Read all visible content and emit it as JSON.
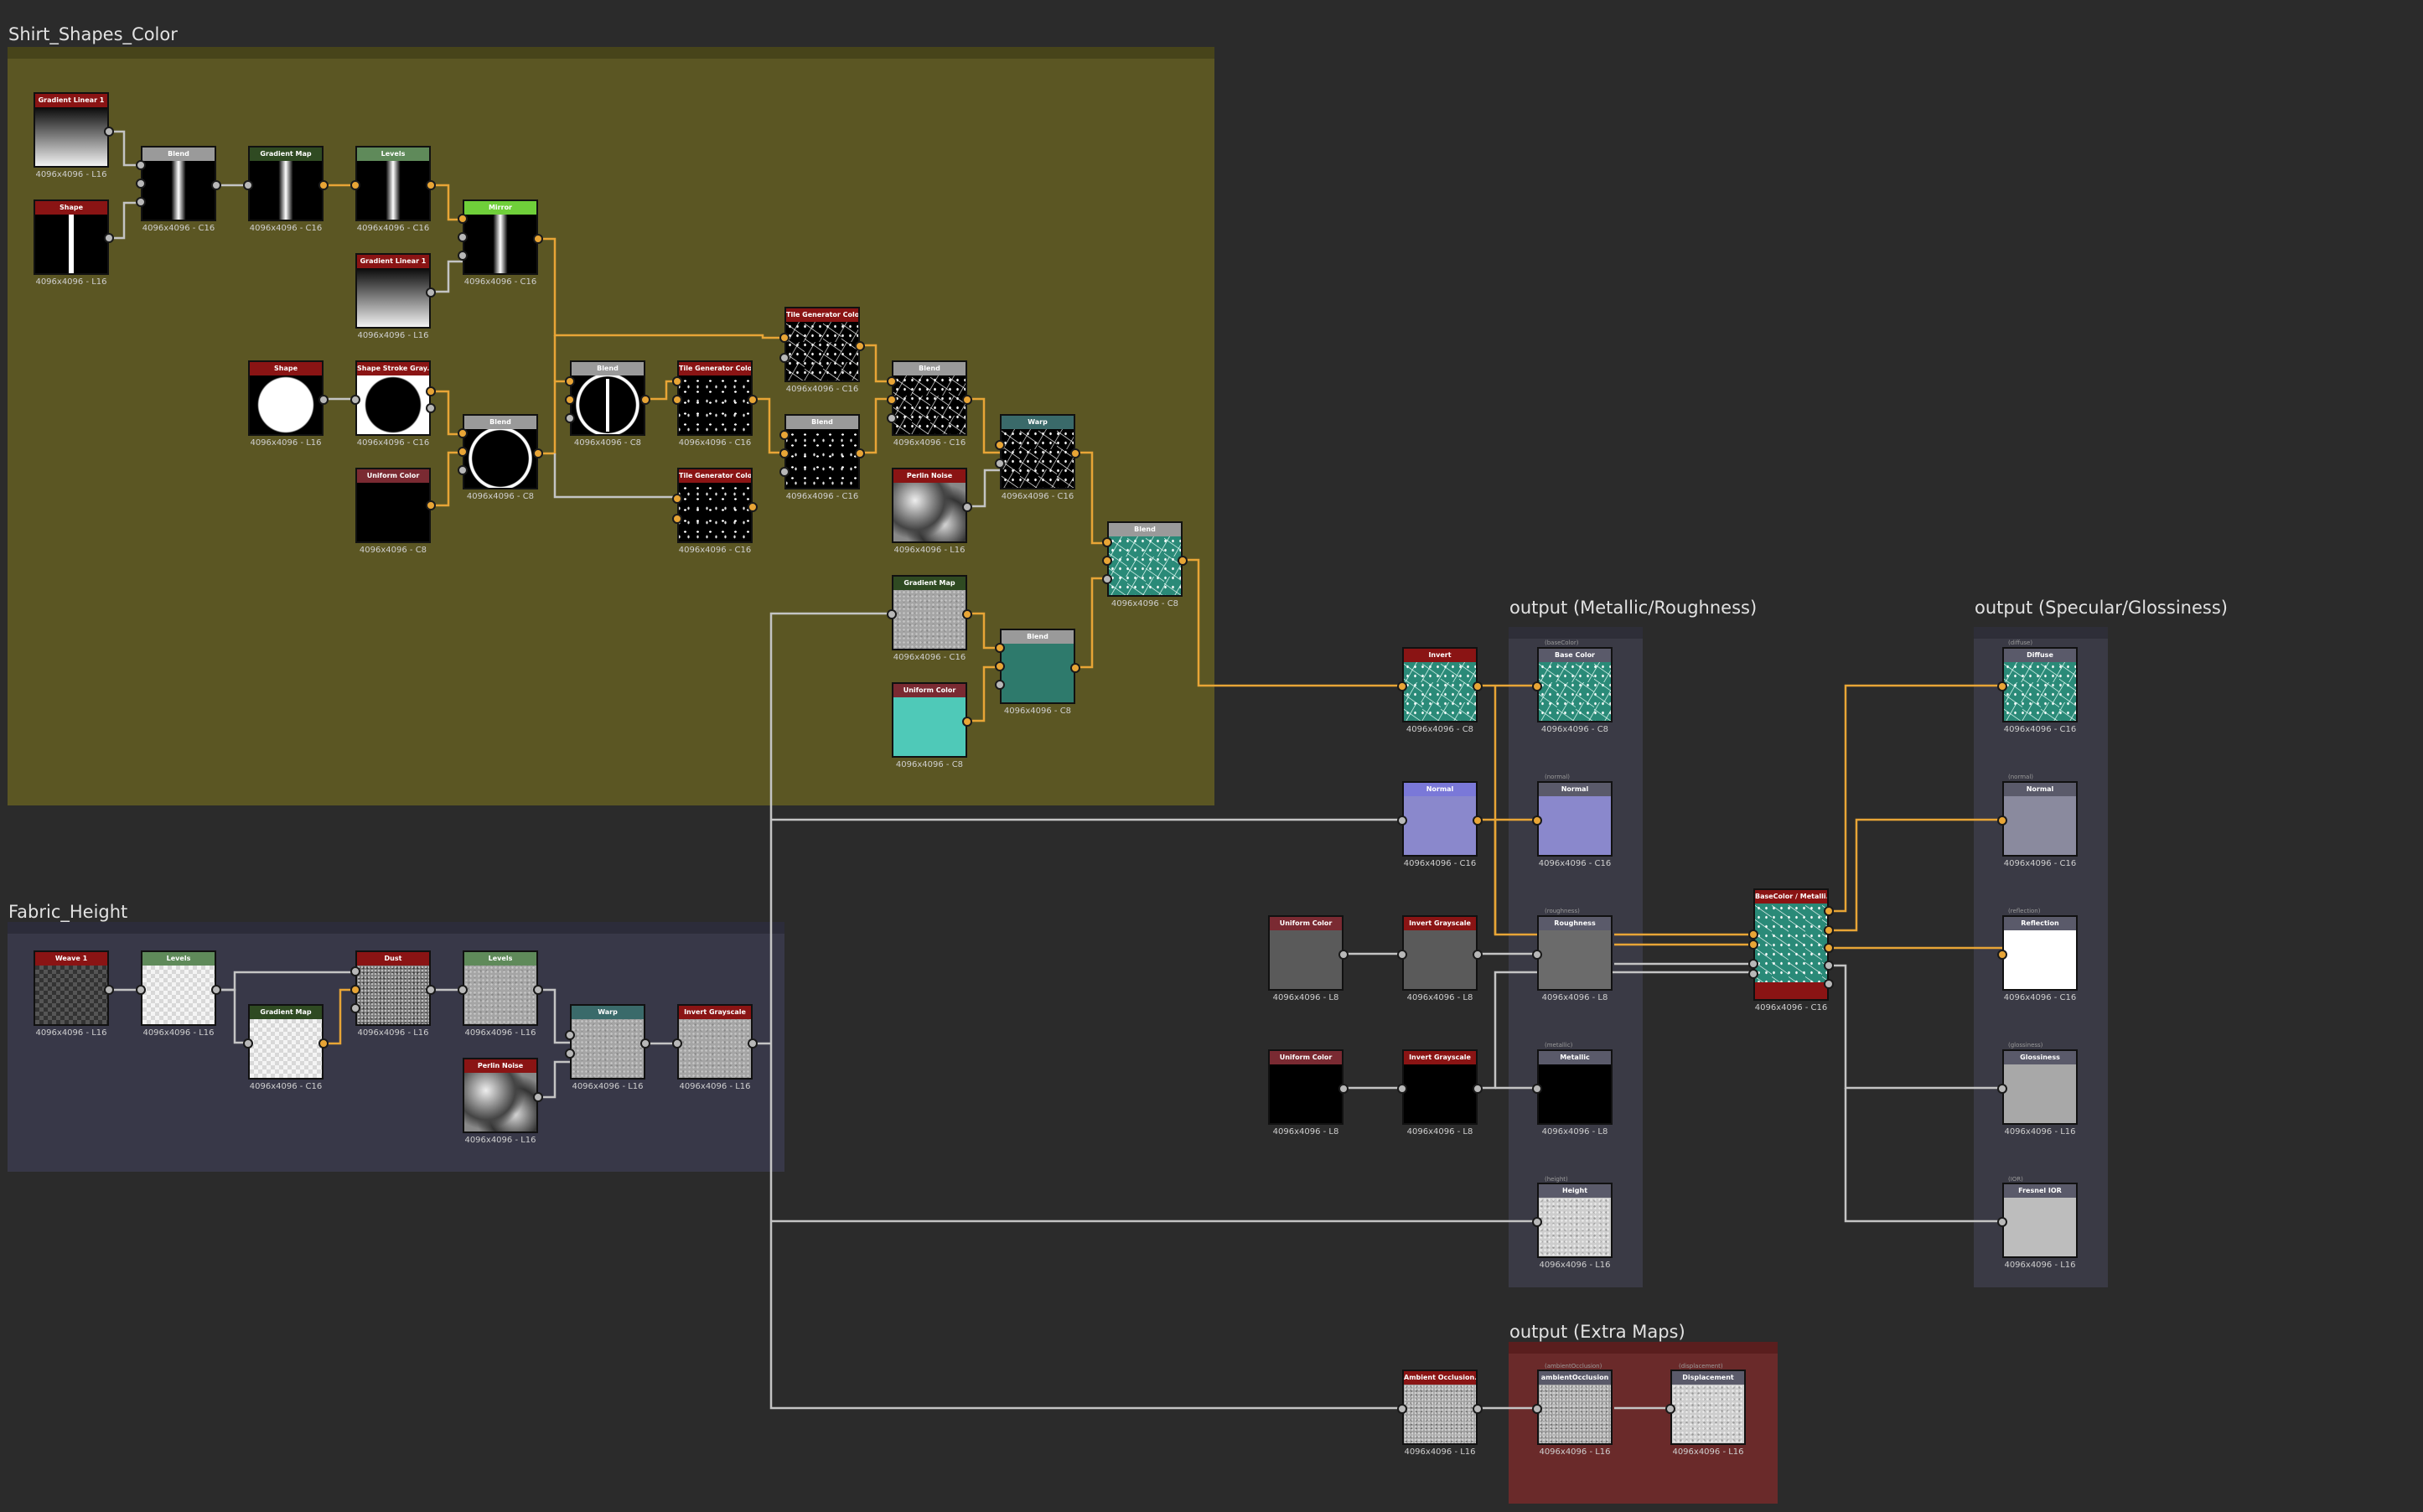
{
  "frames": {
    "shirt": {
      "title": "Shirt_Shapes_Color",
      "color": "#5b5623"
    },
    "fabric": {
      "title": "Fabric_Height",
      "color": "#383848"
    },
    "metal": {
      "title": "output (Metallic/Roughness)",
      "color": "#3a3a45"
    },
    "spec": {
      "title": "output (Specular/Glossiness)",
      "color": "#3a3a45"
    },
    "extra": {
      "title": "output (Extra Maps)",
      "color": "#6a2a2a"
    }
  },
  "frame_labels": {
    "m_basecolor": "(baseColor)",
    "m_normal": "(normal)",
    "m_roughness": "(roughness)",
    "m_metallic": "(metallic)",
    "m_height": "(height)",
    "s_diffuse": "(diffuse)",
    "s_normal": "(normal)",
    "s_reflection": "(reflection)",
    "s_glossiness": "(glossiness)",
    "s_ior": "(IOR)",
    "x_ao": "(ambientOcclusion)",
    "x_disp": "(displacement)"
  },
  "nodes": {
    "n1": {
      "title": "Gradient Linear 1",
      "cap": "4096x4096 - L16",
      "hdr": "#8a1414"
    },
    "n2": {
      "title": "Shape",
      "cap": "4096x4096 - L16",
      "hdr": "#8a1414"
    },
    "n3": {
      "title": "Blend",
      "cap": "4096x4096 - C16",
      "hdr": "#9a9a9a"
    },
    "n4": {
      "title": "Gradient Map",
      "cap": "4096x4096 - C16",
      "hdr": "#2f4a22"
    },
    "n5": {
      "title": "Levels",
      "cap": "4096x4096 - C16",
      "hdr": "#5f8a5a"
    },
    "n6": {
      "title": "Gradient Linear 1",
      "cap": "4096x4096 - L16",
      "hdr": "#8a1414"
    },
    "n7": {
      "title": "Mirror",
      "cap": "4096x4096 - C16",
      "hdr": "#6fcf3a"
    },
    "n8": {
      "title": "Shape",
      "cap": "4096x4096 - L16",
      "hdr": "#8a1414"
    },
    "n9": {
      "title": "Shape Stroke Gray...",
      "cap": "4096x4096 - C16",
      "hdr": "#8a1414"
    },
    "n10": {
      "title": "Uniform Color",
      "cap": "4096x4096 - C8",
      "hdr": "#7a2a32"
    },
    "n11": {
      "title": "Blend",
      "cap": "4096x4096 - C8",
      "hdr": "#9a9a9a"
    },
    "n12": {
      "title": "Blend",
      "cap": "4096x4096 - C8",
      "hdr": "#9a9a9a"
    },
    "n13": {
      "title": "Tile Generator Color",
      "cap": "4096x4096 - C16",
      "hdr": "#8a1414"
    },
    "n14": {
      "title": "Tile Generator Color",
      "cap": "4096x4096 - C16",
      "hdr": "#8a1414"
    },
    "n15": {
      "title": "Tile Generator Color",
      "cap": "4096x4096 - C16",
      "hdr": "#8a1414"
    },
    "n16": {
      "title": "Blend",
      "cap": "4096x4096 - C16",
      "hdr": "#9a9a9a"
    },
    "n17": {
      "title": "Blend",
      "cap": "4096x4096 - C16",
      "hdr": "#9a9a9a"
    },
    "n18": {
      "title": "Perlin Noise",
      "cap": "4096x4096 - L16",
      "hdr": "#8a1414"
    },
    "n19": {
      "title": "Warp",
      "cap": "4096x4096 - C16",
      "hdr": "#3a6a6a"
    },
    "n20": {
      "title": "Gradient Map",
      "cap": "4096x4096 - C16",
      "hdr": "#2f4a22"
    },
    "n21": {
      "title": "Uniform Color",
      "cap": "4096x4096 - C8",
      "hdr": "#7a2a32"
    },
    "n22": {
      "title": "Blend",
      "cap": "4096x4096 - C8",
      "hdr": "#9a9a9a"
    },
    "n23": {
      "title": "Blend",
      "cap": "4096x4096 - C8",
      "hdr": "#9a9a9a"
    },
    "f1": {
      "title": "Weave 1",
      "cap": "4096x4096 - L16",
      "hdr": "#8a1414"
    },
    "f2": {
      "title": "Levels",
      "cap": "4096x4096 - L16",
      "hdr": "#5f8a5a"
    },
    "f3": {
      "title": "Gradient Map",
      "cap": "4096x4096 - C16",
      "hdr": "#2f4a22"
    },
    "f4": {
      "title": "Dust",
      "cap": "4096x4096 - L16",
      "hdr": "#8a1414"
    },
    "f5": {
      "title": "Levels",
      "cap": "4096x4096 - L16",
      "hdr": "#5f8a5a"
    },
    "f6": {
      "title": "Perlin Noise",
      "cap": "4096x4096 - L16",
      "hdr": "#8a1414"
    },
    "f7": {
      "title": "Warp",
      "cap": "4096x4096 - L16",
      "hdr": "#3a6a6a"
    },
    "f8": {
      "title": "Invert Grayscale",
      "cap": "4096x4096 - L16",
      "hdr": "#8a1414"
    },
    "r1": {
      "title": "Invert",
      "cap": "4096x4096 - C8",
      "hdr": "#8a1414"
    },
    "r2": {
      "title": "Normal",
      "cap": "4096x4096 - C16",
      "hdr": "#7a78d8"
    },
    "r3": {
      "title": "Uniform Color",
      "cap": "4096x4096 - L8",
      "hdr": "#7a2a32"
    },
    "r4": {
      "title": "Invert Grayscale",
      "cap": "4096x4096 - L8",
      "hdr": "#8a1414"
    },
    "r5": {
      "title": "Uniform Color",
      "cap": "4096x4096 - L8",
      "hdr": "#7a2a32"
    },
    "r6": {
      "title": "Invert Grayscale",
      "cap": "4096x4096 - L8",
      "hdr": "#8a1414"
    },
    "r7": {
      "title": "Ambient Occlusion...",
      "cap": "4096x4096 - L16",
      "hdr": "#8a1414"
    },
    "m1": {
      "title": "Base Color",
      "cap": "4096x4096 - C8",
      "hdr": "#5a5a6a"
    },
    "m2": {
      "title": "Normal",
      "cap": "4096x4096 - C16",
      "hdr": "#5a5a6a"
    },
    "m3": {
      "title": "Roughness",
      "cap": "4096x4096 - L8",
      "hdr": "#5a5a6a"
    },
    "m4": {
      "title": "Metallic",
      "cap": "4096x4096 - L8",
      "hdr": "#5a5a6a"
    },
    "m5": {
      "title": "Height",
      "cap": "4096x4096 - L16",
      "hdr": "#5a5a6a"
    },
    "c1": {
      "title": "BaseColor / Metalli...",
      "cap": "4096x4096 - C16",
      "hdr": "#8a1414"
    },
    "s1": {
      "title": "Diffuse",
      "cap": "4096x4096 - C16",
      "hdr": "#5a5a6a"
    },
    "s2": {
      "title": "Normal",
      "cap": "4096x4096 - C16",
      "hdr": "#5a5a6a"
    },
    "s3": {
      "title": "Reflection",
      "cap": "4096x4096 - C16",
      "hdr": "#5a5a6a"
    },
    "s4": {
      "title": "Glossiness",
      "cap": "4096x4096 - L16",
      "hdr": "#5a5a6a"
    },
    "s5": {
      "title": "Fresnel IOR",
      "cap": "4096x4096 - L16",
      "hdr": "#5a5a6a"
    },
    "x1": {
      "title": "ambientOcclusion",
      "cap": "4096x4096 - L16",
      "hdr": "#5a5a6a"
    },
    "x2": {
      "title": "Displacement",
      "cap": "4096x4096 - L16",
      "hdr": "#5a5a6a"
    }
  },
  "colors": {
    "wire_orange": "#e8a536",
    "wire_grey": "#c4c4c4",
    "port_grey": "#b8b8b8"
  }
}
